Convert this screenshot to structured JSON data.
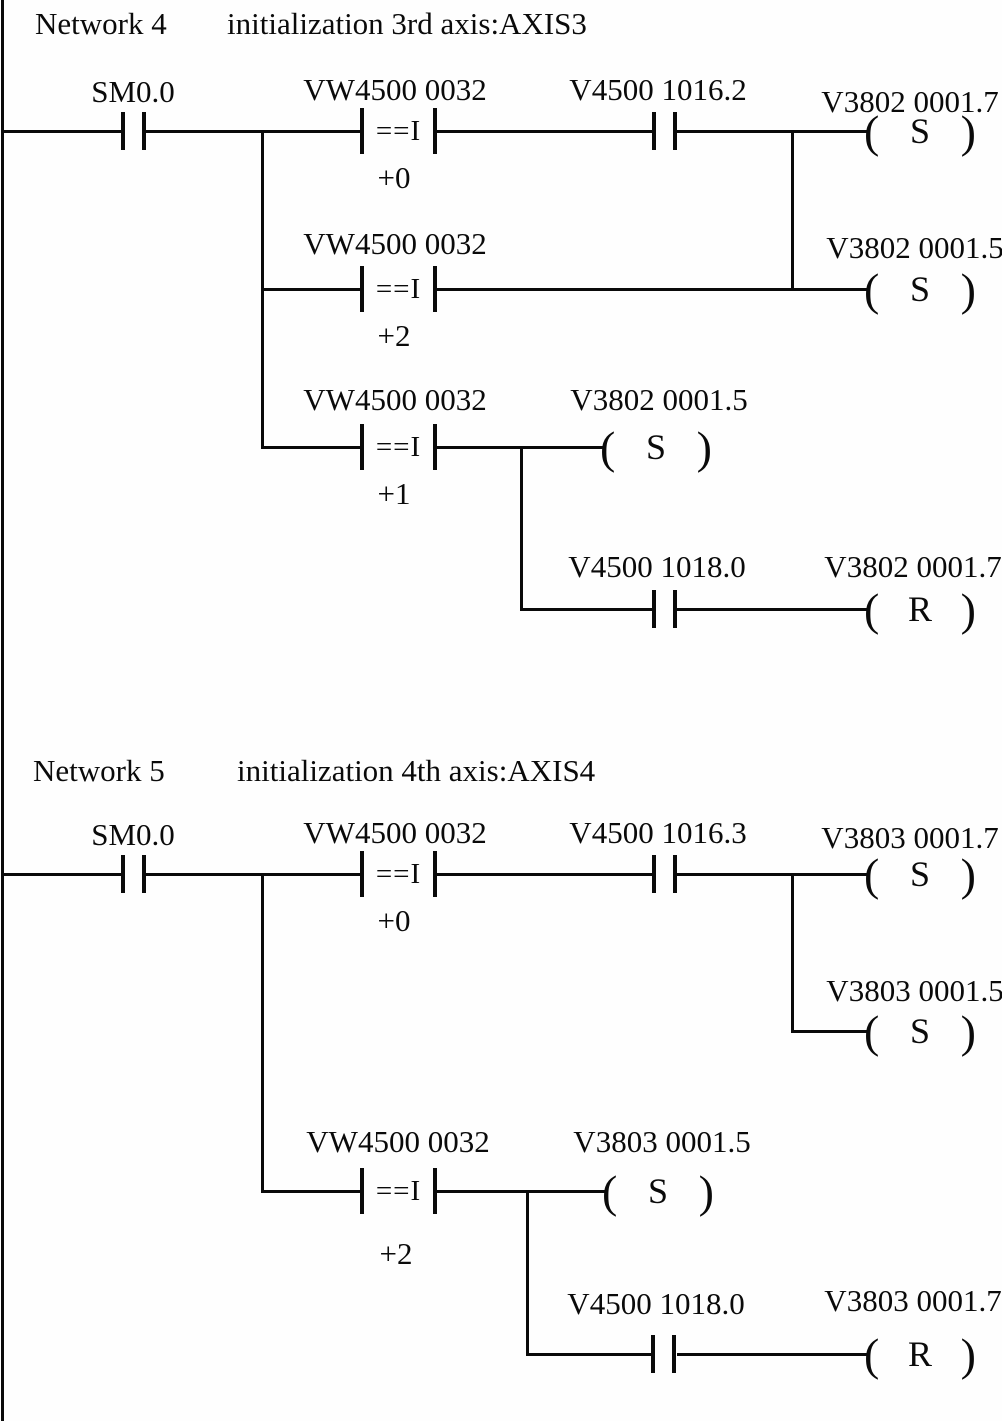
{
  "networks": [
    {
      "name": "Network 4",
      "title": "initialization 3rd axis:AXIS3",
      "rung1": {
        "contact1_label": "SM0.0",
        "compare": {
          "label": "VW4500 0032",
          "op": "==I",
          "value": "+0"
        },
        "contact2_label": "V4500 1016.2",
        "coil": {
          "label": "V3802 0001.7",
          "letter": "S"
        }
      },
      "rung2": {
        "compare": {
          "label": "VW4500 0032",
          "op": "==I",
          "value": "+2"
        },
        "coil": {
          "label": "V3802 0001.5",
          "letter": "S"
        }
      },
      "rung3": {
        "compare": {
          "label": "VW4500 0032",
          "op": "==I",
          "value": "+1"
        },
        "coil": {
          "label": "V3802 0001.5",
          "letter": "S"
        }
      },
      "rung4": {
        "contact_label": "V4500 1018.0",
        "coil": {
          "label": "V3802 0001.7",
          "letter": "R"
        }
      }
    },
    {
      "name": "Network 5",
      "title": "initialization 4th axis:AXIS4",
      "rung1": {
        "contact1_label": "SM0.0",
        "compare": {
          "label": "VW4500 0032",
          "op": "==I",
          "value": "+0"
        },
        "contact2_label": "V4500 1016.3",
        "coil": {
          "label": "V3803 0001.7",
          "letter": "S"
        }
      },
      "rung2": {
        "coil": {
          "label": "V3803 0001.5",
          "letter": "S"
        }
      },
      "rung3": {
        "compare": {
          "label": "VW4500 0032",
          "op": "==I",
          "value": "+2"
        },
        "coil": {
          "label": "V3803 0001.5",
          "letter": "S"
        }
      },
      "rung4": {
        "contact_label": "V4500 1018.0",
        "coil": {
          "label": "V3803 0001.7",
          "letter": "R"
        }
      }
    }
  ]
}
